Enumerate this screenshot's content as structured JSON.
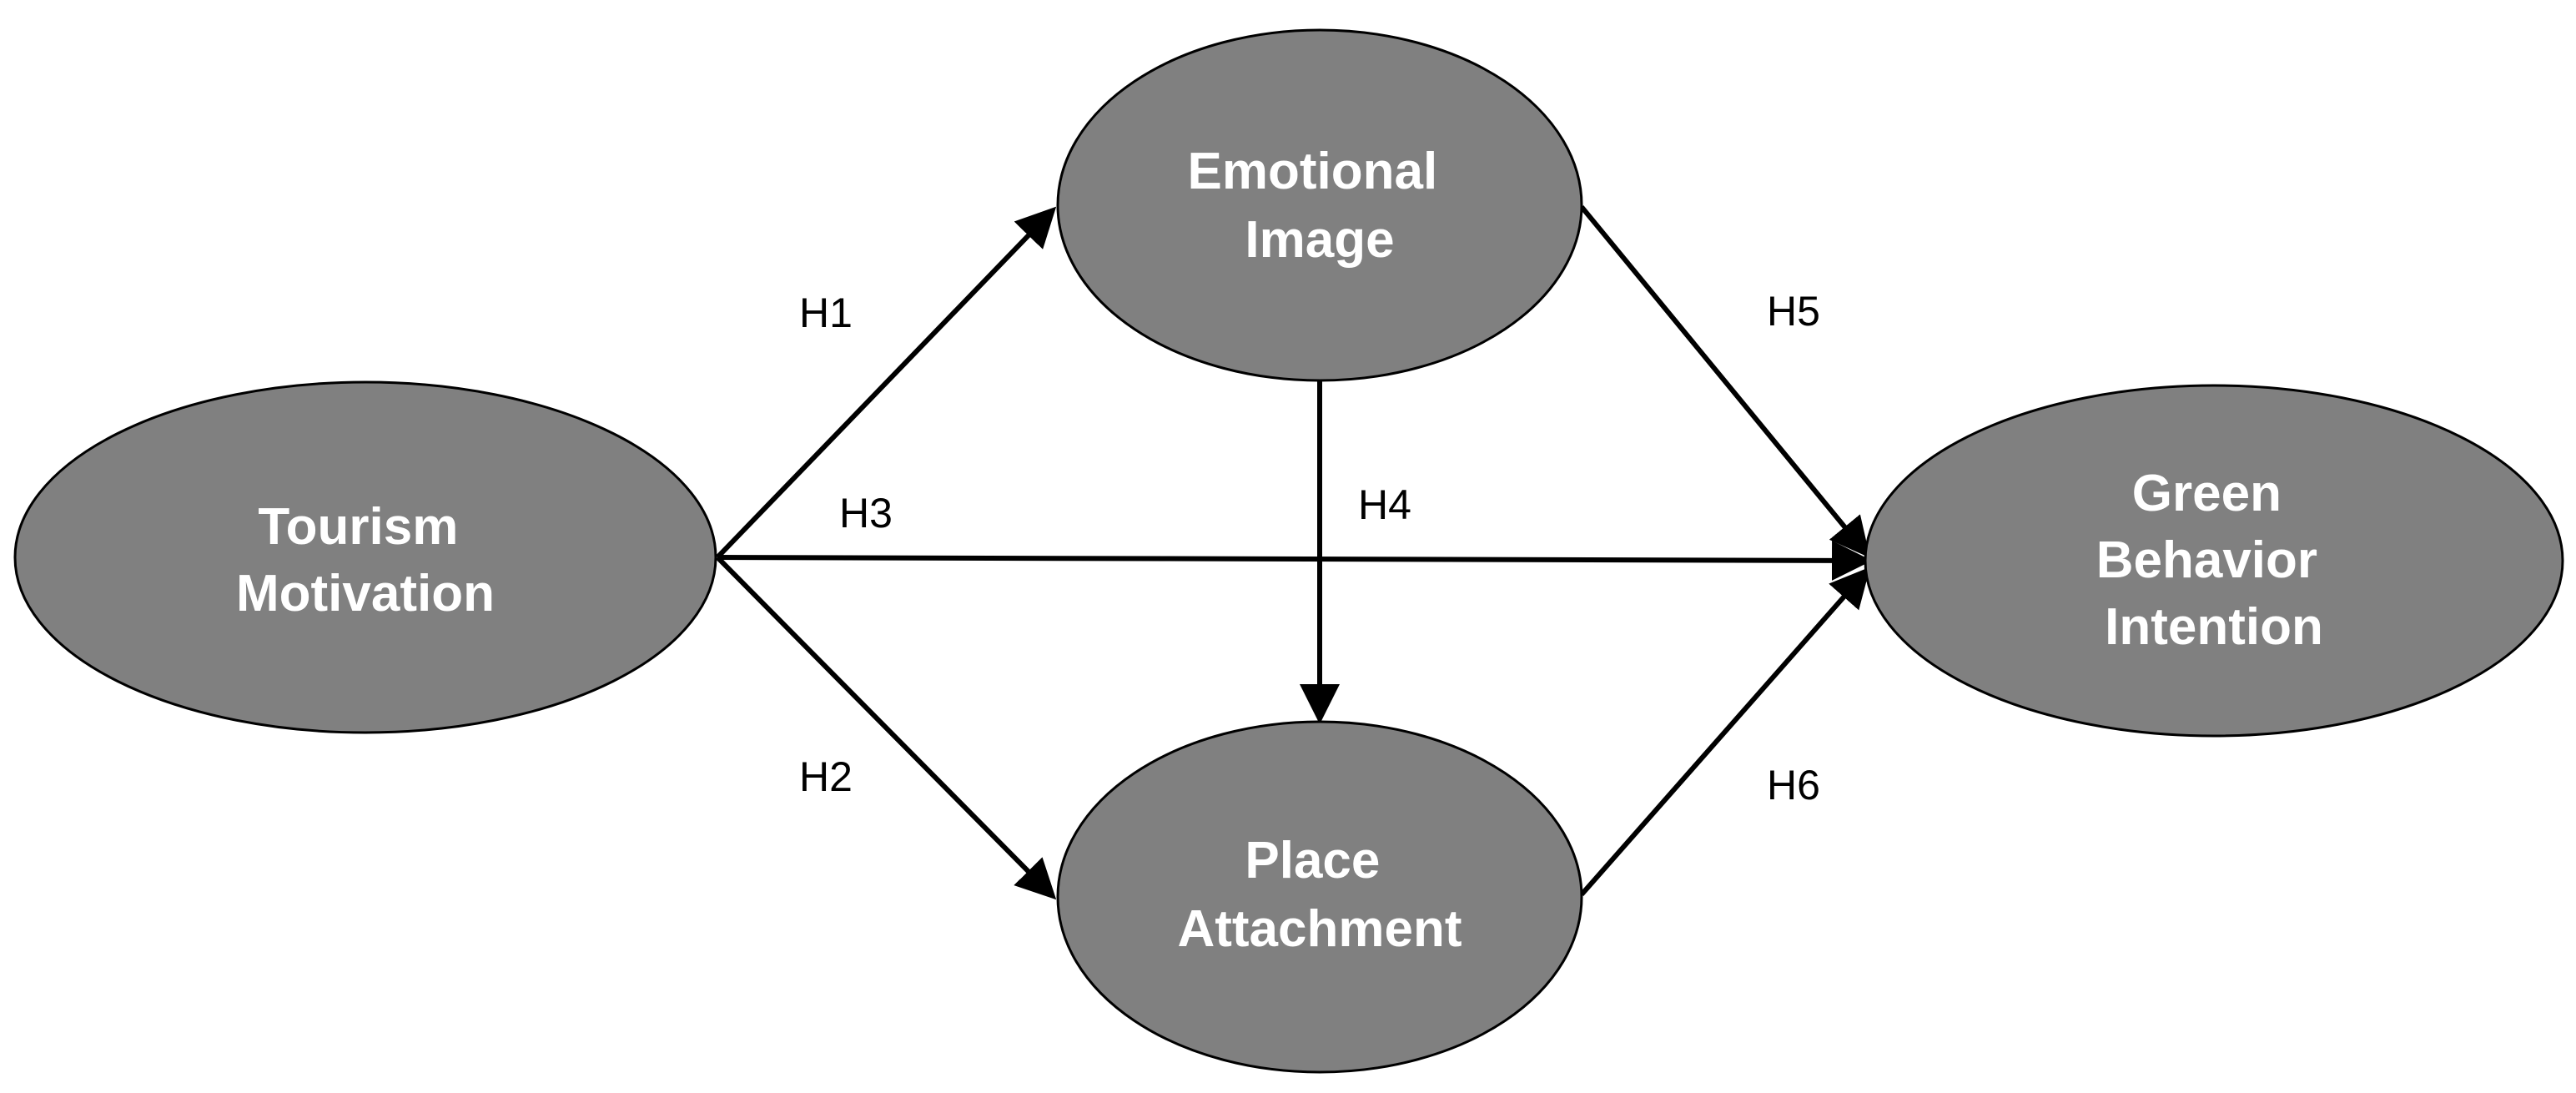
{
  "colors": {
    "node_fill": "#808080",
    "node_stroke": "#000000",
    "node_text": "#ffffff",
    "arrow": "#000000",
    "background": "#ffffff"
  },
  "nodes": {
    "tourism_motivation": {
      "lines": [
        "Tourism",
        "Motivation"
      ]
    },
    "emotional_image": {
      "lines": [
        "Emotional",
        "Image"
      ]
    },
    "place_attachment": {
      "lines": [
        "Place",
        "Attachment"
      ]
    },
    "green_behavior_intention": {
      "lines": [
        "Green",
        "Behavior",
        "Intention"
      ]
    }
  },
  "paths": [
    {
      "label": "H1",
      "from": "tourism_motivation",
      "to": "emotional_image"
    },
    {
      "label": "H2",
      "from": "tourism_motivation",
      "to": "place_attachment"
    },
    {
      "label": "H3",
      "from": "tourism_motivation",
      "to": "green_behavior_intention"
    },
    {
      "label": "H4",
      "from": "emotional_image",
      "to": "place_attachment"
    },
    {
      "label": "H5",
      "from": "emotional_image",
      "to": "green_behavior_intention"
    },
    {
      "label": "H6",
      "from": "place_attachment",
      "to": "green_behavior_intention"
    }
  ]
}
